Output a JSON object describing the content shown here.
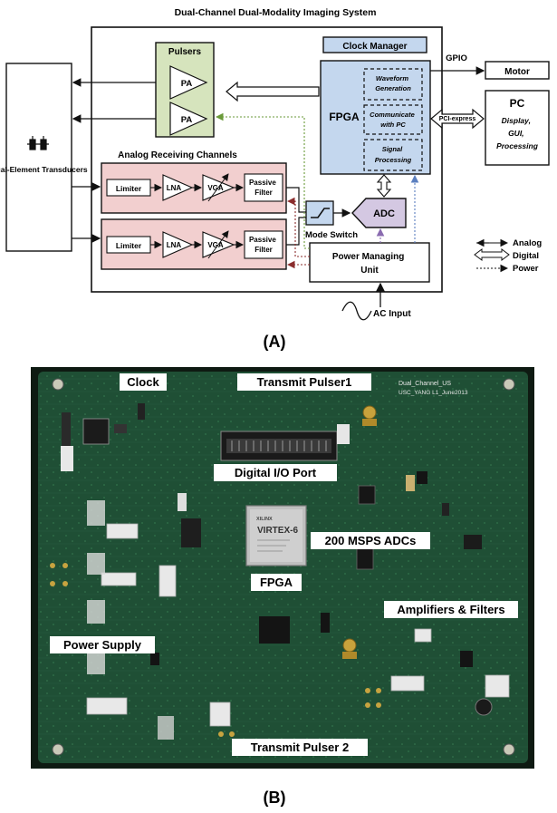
{
  "diagram": {
    "title": "Dual-Channel  Dual-Modality  Imaging System",
    "transducers": "Dual-Element Transducers",
    "pulsers": "Pulsers",
    "pa": "PA",
    "clock_manager": "Clock Manager",
    "fpga": "FPGA",
    "waveform_1": "Waveform",
    "waveform_2": "Generation",
    "communicate_1": "Communicate",
    "communicate_2": "with PC",
    "signal_1": "Signal",
    "signal_2": "Processing",
    "gpio": "GPIO",
    "motor": "Motor",
    "pc": "PC",
    "pc_desc_1": "Display,",
    "pc_desc_2": "GUI,",
    "pc_desc_3": "Processing",
    "pci": "PCI-express",
    "receiving_title": "Analog  Receiving Channels",
    "limiter": "Limiter",
    "lna": "LNA",
    "vga": "VGA",
    "passive_1": "Passive",
    "passive_2": "Filter",
    "adc": "ADC",
    "mode_switch": "Mode Switch",
    "pmu_1": "Power Managing",
    "pmu_2": "Unit",
    "ac_input": "AC Input",
    "legend_analog": "Analog",
    "legend_digital": "Digital",
    "legend_power": "Power",
    "caption": "(A)"
  },
  "photo": {
    "labels": {
      "clock": "Clock",
      "transmit_pulser1": "Transmit Pulser1",
      "digital_io": "Digital I/O Port",
      "adcs": "200 MSPS ADCs",
      "fpga": "FPGA",
      "amplifiers": "Amplifiers & Filters",
      "power_supply": "Power Supply",
      "transmit_pulser2": "Transmit Pulser 2"
    },
    "silkscreen_1": "Dual_Channel_US",
    "silkscreen_2": "USC_YANG L1_June2013",
    "chip_brand": "XILINX",
    "chip_model": "VIRTEX-6",
    "caption": "(B)"
  },
  "colors": {
    "pulser_fill": "#d6e4bd",
    "receiving_fill": "#f2cfcf",
    "fpga_fill": "#c4d7ee",
    "adc_fill": "#d4c8e2",
    "board_green": "#1f4f35"
  }
}
